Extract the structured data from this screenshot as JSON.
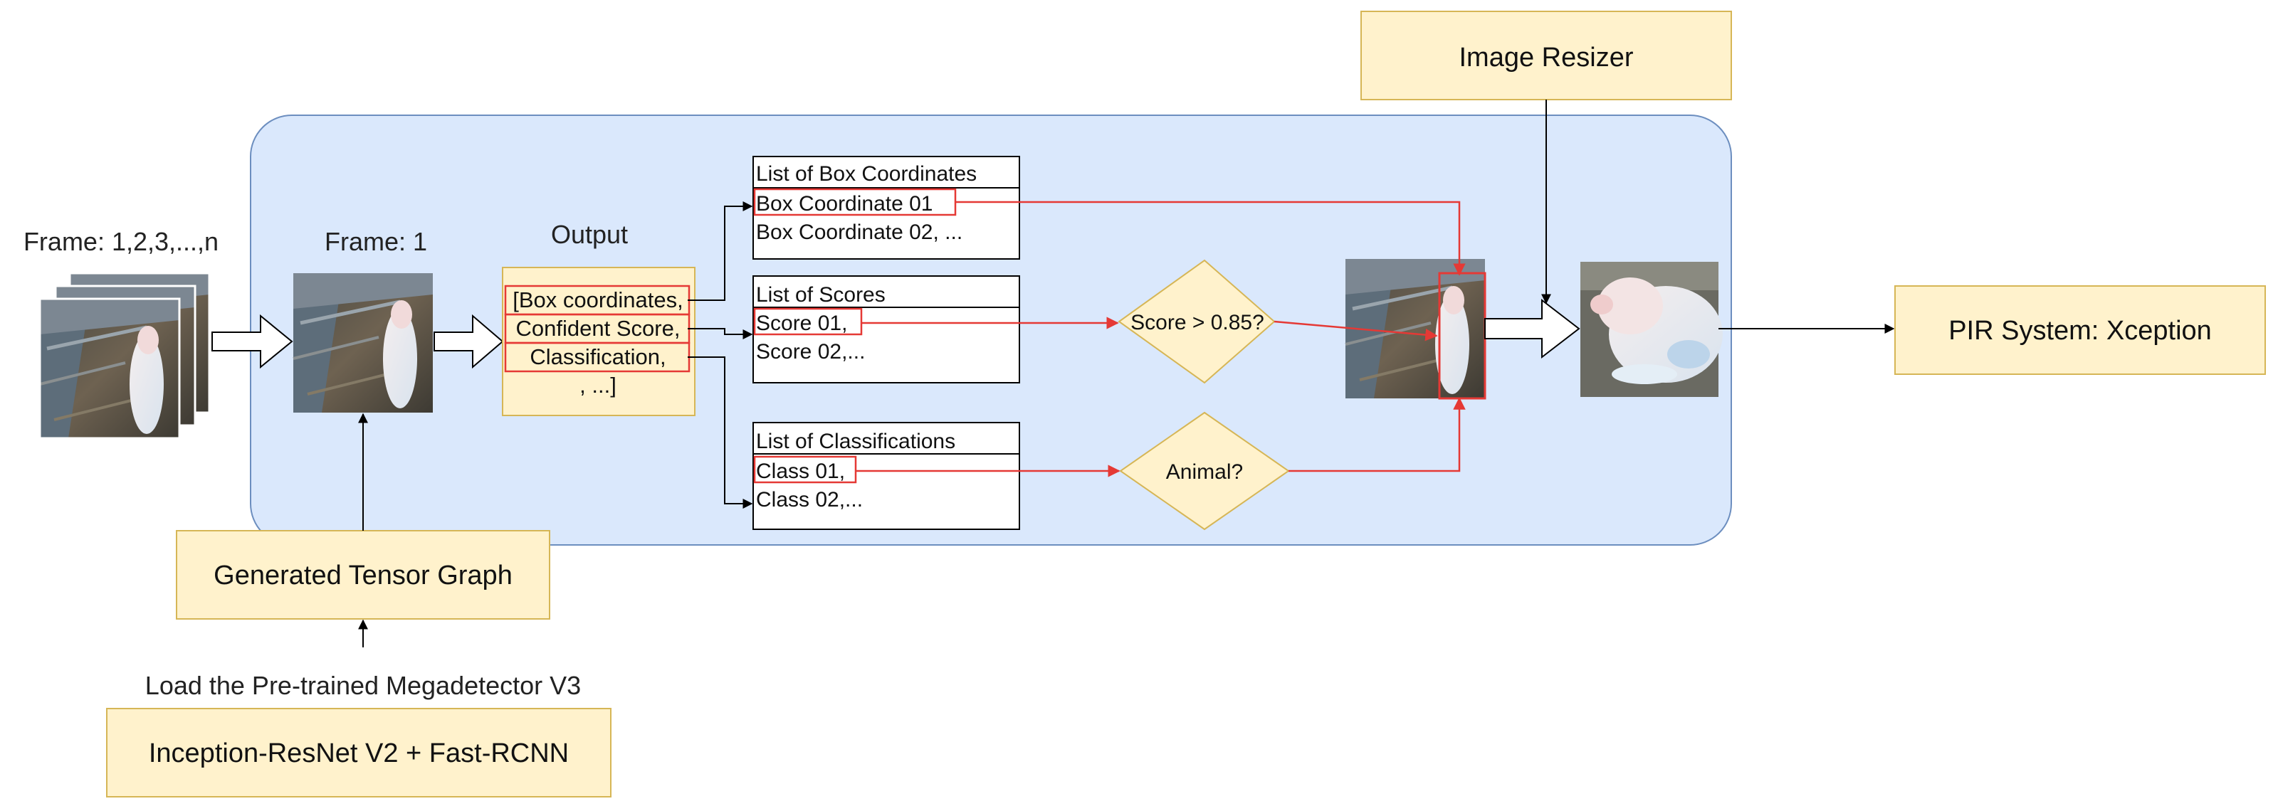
{
  "labels": {
    "frames_title": "Frame: 1,2,3,...,n",
    "frame1_title": "Frame: 1",
    "output_title": "Output",
    "load_caption": "Load the Pre-trained Megadetector V3"
  },
  "boxes": {
    "image_resizer": "Image Resizer",
    "tensor_graph": "Generated Tensor Graph",
    "inception": "Inception-ResNet V2 + Fast-RCNN",
    "pir_system": "PIR System: Xception"
  },
  "output_box": {
    "lines": [
      "[Box coordinates,",
      "Confident Score,",
      "Classification,",
      ", ...]"
    ]
  },
  "lists": {
    "box_coords": {
      "header": "List of Box Coordinates",
      "item1": "Box Coordinate 01",
      "item2": "Box Coordinate 02, ..."
    },
    "scores": {
      "header": "List of Scores",
      "item1": "Score 01,",
      "item2": "Score 02,..."
    },
    "classes": {
      "header": "List of Classifications",
      "item1": "Class 01,",
      "item2": "Class 02,..."
    }
  },
  "decisions": {
    "score": "Score > 0.85?",
    "animal": "Animal?"
  },
  "colors": {
    "pipeline_bg": "#dae8fc",
    "pipeline_border": "#6c8ebf",
    "note_fill": "#fff2cc",
    "note_border": "#d6b656",
    "highlight_red": "#e53935"
  }
}
